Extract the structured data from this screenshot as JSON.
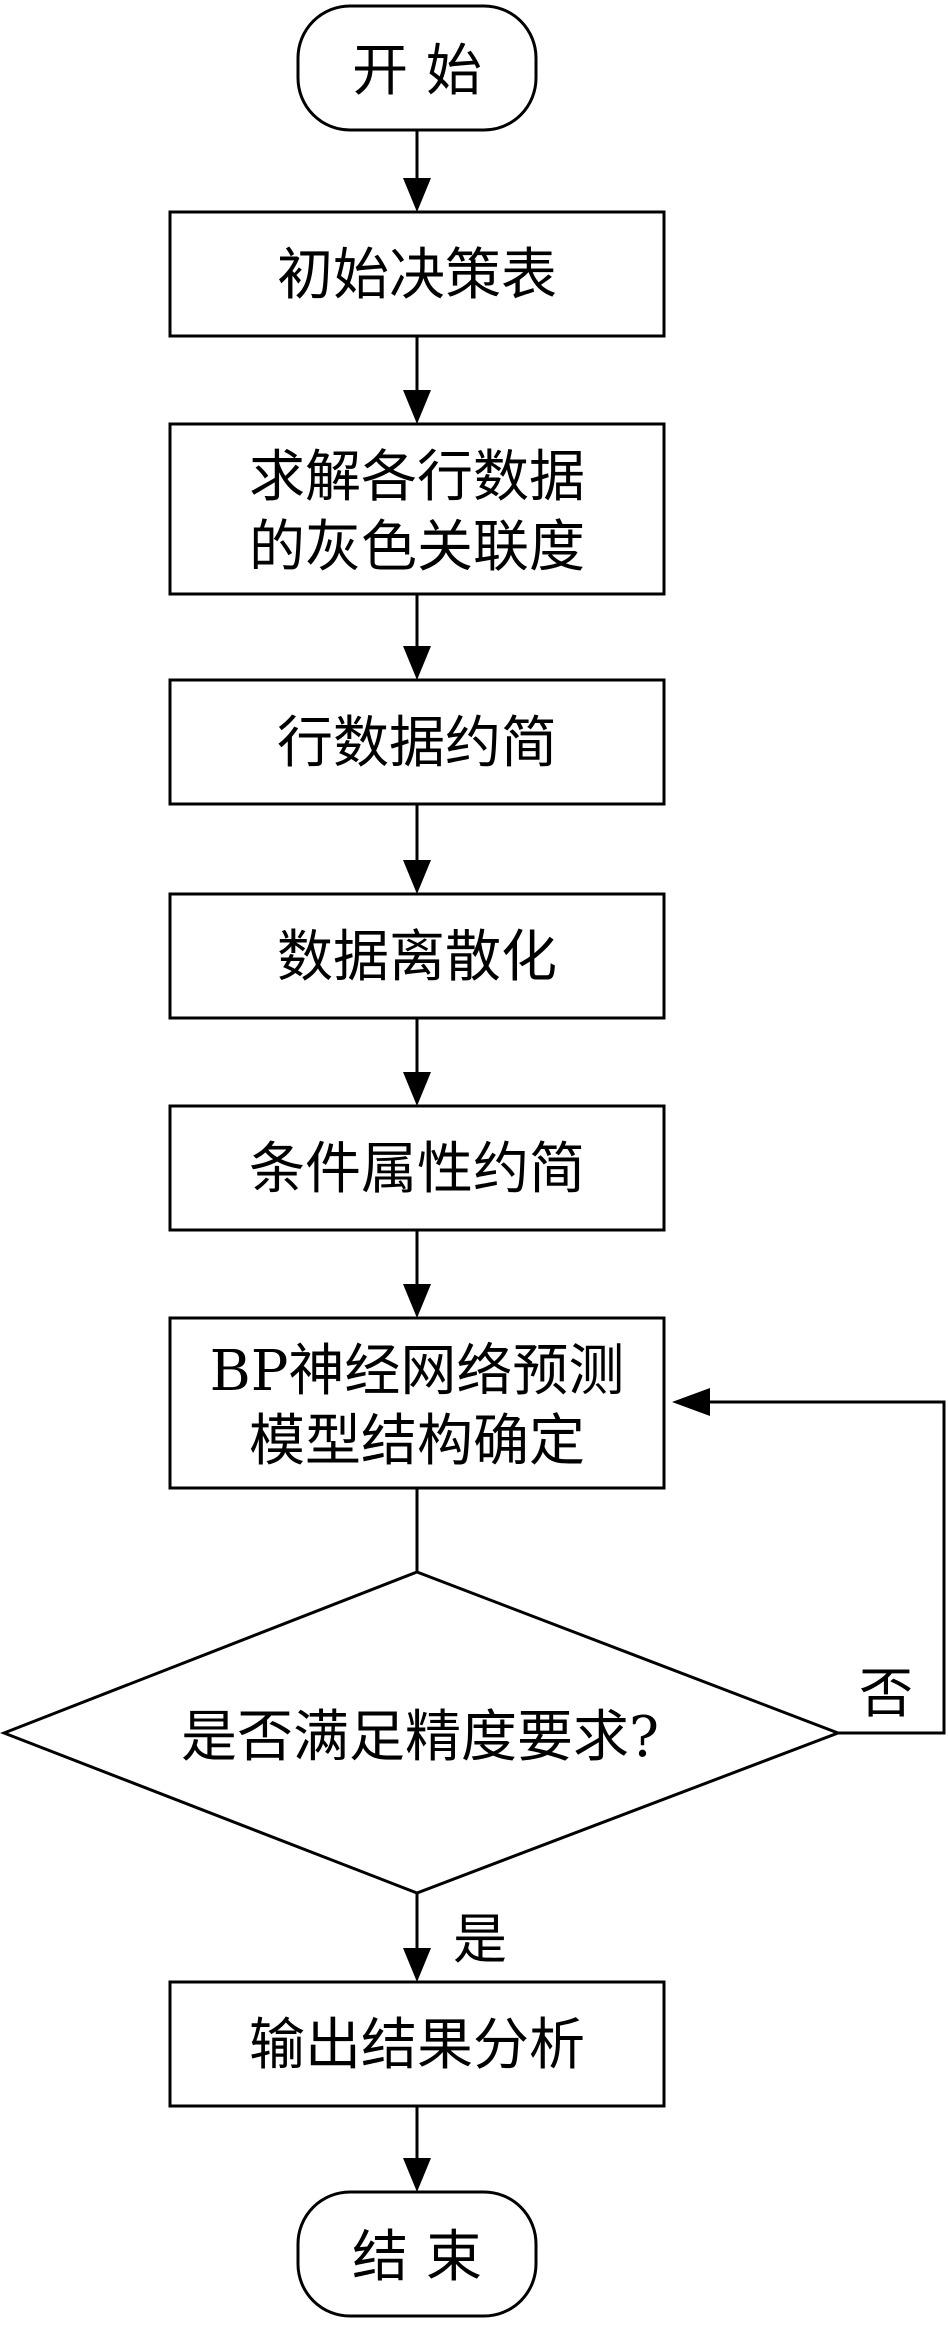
{
  "nodes": {
    "start": "开 始",
    "init_table": "初始决策表",
    "grey_relation": [
      "求解各行数据",
      "的灰色关联度"
    ],
    "row_reduction": "行数据约简",
    "discretize": "数据离散化",
    "attr_reduction": "条件属性约简",
    "bp_model": [
      "BP神经网络预测",
      "模型结构确定"
    ],
    "decision": "是否满足精度要求?",
    "output": "输出结果分析",
    "end": "结 束"
  },
  "labels": {
    "no": "否",
    "yes": "是"
  }
}
